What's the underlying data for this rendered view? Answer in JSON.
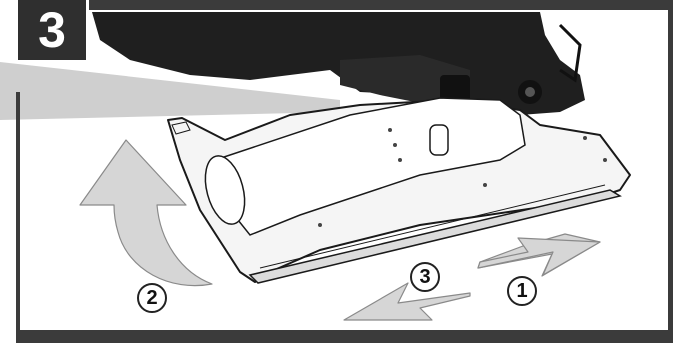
{
  "step": {
    "number": "3"
  },
  "callouts": [
    {
      "label": "1"
    },
    {
      "label": "2"
    },
    {
      "label": "3"
    }
  ],
  "colors": {
    "frame": "#3b3b3b",
    "step_box": "#2f2f2f",
    "arrow_fill": "#d6d6d6",
    "pointer_fill": "#cfcfcf",
    "tool_body": "#1f1f1f",
    "sole_plate": "#f5f5f5"
  },
  "icons": {
    "arrow_1": "arrow-right-icon",
    "arrow_2": "arrow-curved-up-icon",
    "arrow_3": "arrow-left-icon"
  }
}
